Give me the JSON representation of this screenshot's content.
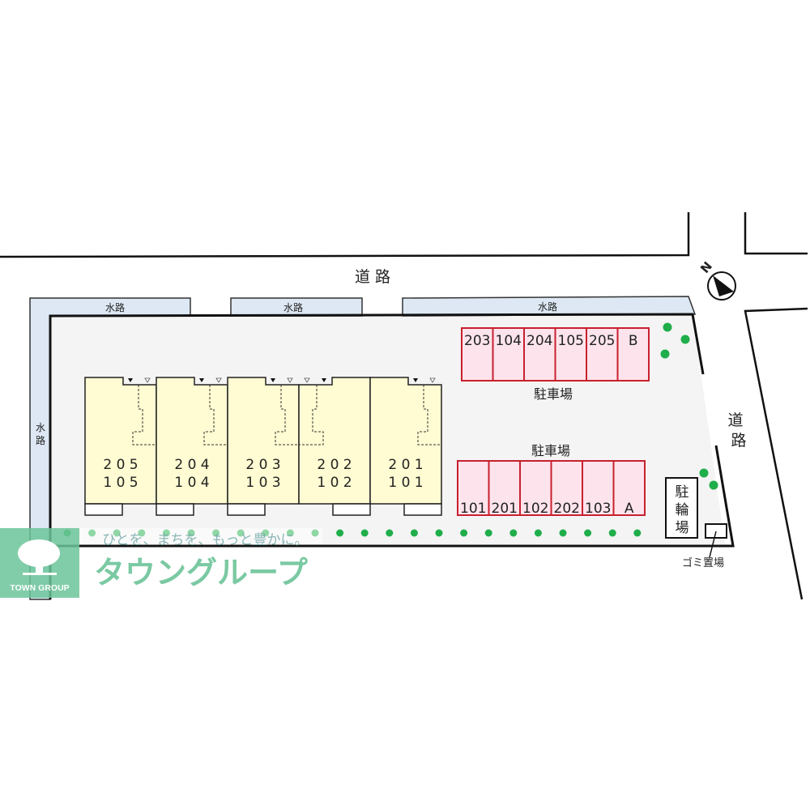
{
  "labels": {
    "road_top": "道 路",
    "road_right_1": "道",
    "road_right_2": "路",
    "canal_top_1": "水路",
    "canal_top_2": "水路",
    "canal_top_3": "水路",
    "canal_left_1": "水",
    "canal_left_2": "路",
    "parking_north": "駐車場",
    "parking_south": "駐車場",
    "bicycle_1": "駐",
    "bicycle_2": "輪",
    "bicycle_3": "場",
    "garbage": "ゴミ置場",
    "north": "N"
  },
  "units": [
    {
      "upper": "2 0 5",
      "lower": "1 0 5"
    },
    {
      "upper": "2 0 4",
      "lower": "1 0 4"
    },
    {
      "upper": "2 0 3",
      "lower": "1 0 3"
    },
    {
      "upper": "2 0 2",
      "lower": "1 0 2"
    },
    {
      "upper": "2 0 1",
      "lower": "1 0 1"
    }
  ],
  "parking_north_spaces": [
    "203",
    "104",
    "204",
    "105",
    "205",
    "B"
  ],
  "parking_south_spaces": [
    "101",
    "201",
    "102",
    "202",
    "103",
    "A"
  ],
  "logo": {
    "brand_en": "TOWN GROUP",
    "tagline": "ひとを、まちを、もっと豊かに。",
    "brand_jp": "タウングループ"
  },
  "colors": {
    "site": "#f4f4f4",
    "canal": "#dde8f4",
    "building": "#fffbd2",
    "parking_fill": "#fde4ec",
    "parking_stroke": "#c8202e",
    "tree": "#1fae4a",
    "logo": "#6cc49a"
  }
}
